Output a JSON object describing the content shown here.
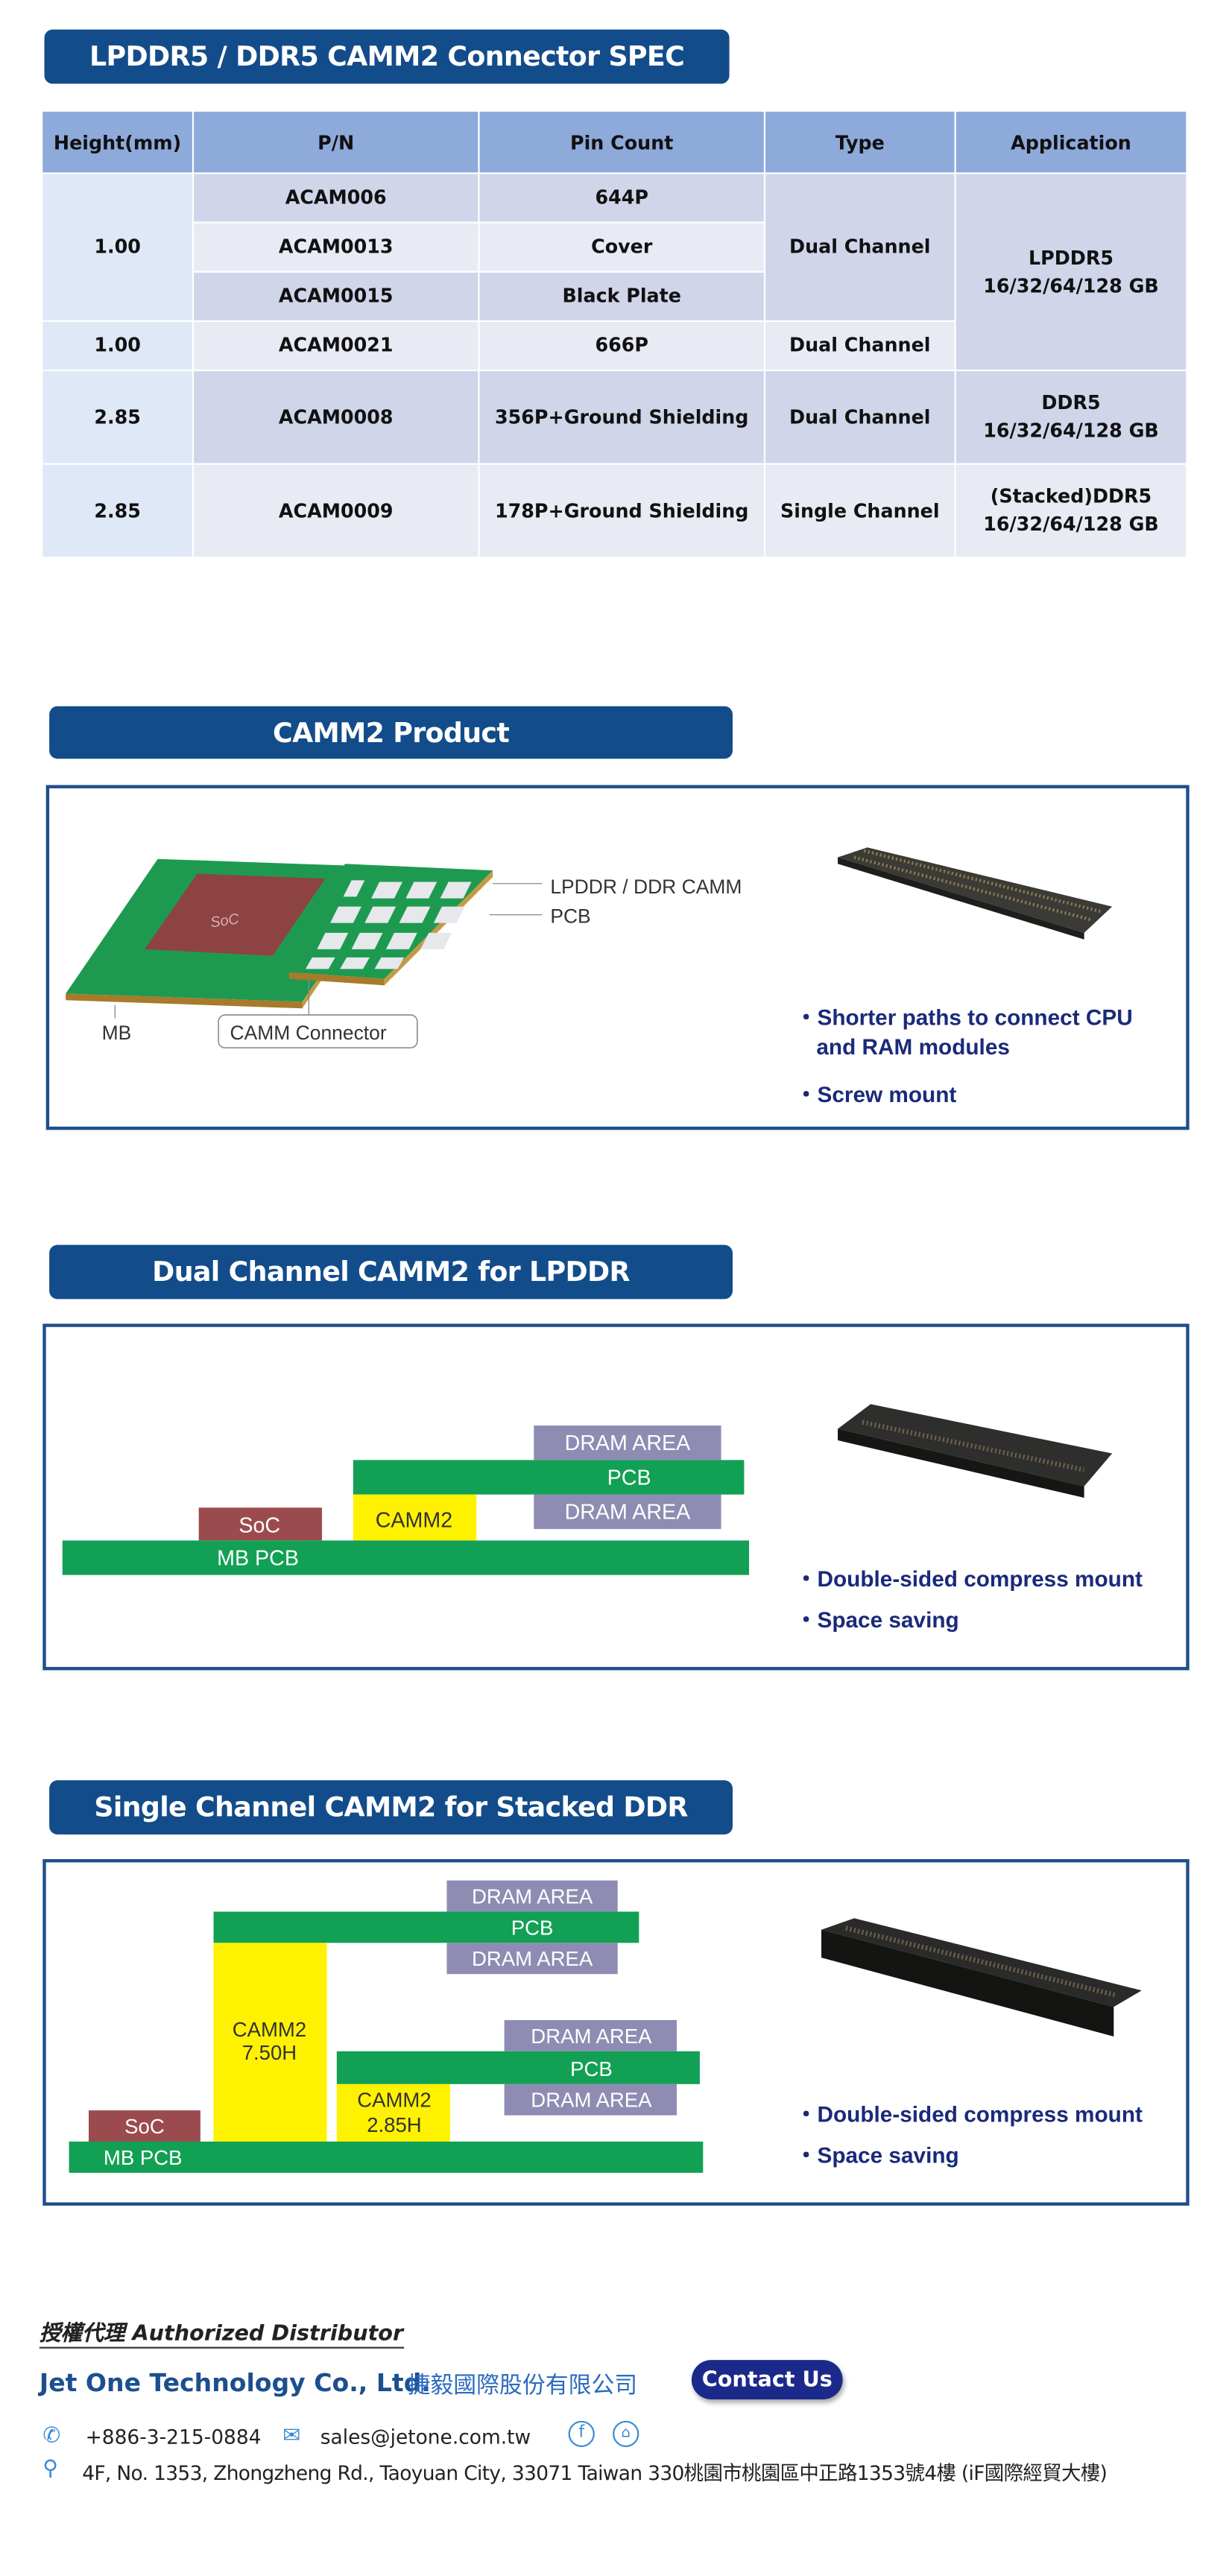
{
  "spec": {
    "title": "LPDDR5 / DDR5 CAMM2 Connector SPEC",
    "headers": [
      "Height(mm)",
      "P/N",
      "Pin Count",
      "Type",
      "Application"
    ],
    "rows": [
      {
        "height": "1.00",
        "pn": [
          "ACAM006",
          "ACAM0013",
          "ACAM0015"
        ],
        "pins": [
          "644P",
          "Cover",
          "Black Plate"
        ],
        "type": "Dual Channel",
        "app": [
          "LPDDR5",
          "16/32/64/128 GB"
        ]
      },
      {
        "height": "1.00",
        "pn": "ACAM0021",
        "pins": "666P",
        "type": "Dual Channel"
      },
      {
        "height": "2.85",
        "pn": "ACAM0008",
        "pins": "356P+Ground Shielding",
        "type": "Dual Channel",
        "app": [
          "DDR5",
          "16/32/64/128 GB"
        ]
      },
      {
        "height": "2.85",
        "pn": "ACAM0009",
        "pins": "178P+Ground Shielding",
        "type": "Single Channel",
        "app": [
          "(Stacked)DDR5",
          "16/32/64/128 GB"
        ]
      }
    ]
  },
  "product": {
    "title": "CAMM2 Product",
    "labels": {
      "camm": "LPDDR / DDR CAMM",
      "pcb": "PCB",
      "mb": "MB",
      "connector": "CAMM Connector",
      "soc": "SoC"
    },
    "bullets": [
      "Shorter paths to connect CPU",
      "and RAM modules",
      "Screw mount"
    ]
  },
  "dual": {
    "title": "Dual Channel CAMM2 for LPDDR",
    "labels": {
      "dram": "DRAM AREA",
      "pcb": "PCB",
      "camm2": "CAMM2",
      "soc": "SoC",
      "mbpcb": "MB PCB"
    },
    "bullets": [
      "Double-sided compress mount",
      "Space saving"
    ]
  },
  "single": {
    "title": "Single Channel CAMM2 for Stacked DDR",
    "labels": {
      "dram": "DRAM AREA",
      "pcb": "PCB",
      "camm2_750": "CAMM2",
      "h750": "7.50H",
      "camm2_285": "CAMM2",
      "h285": "2.85H",
      "soc": "SoC",
      "mbpcb": "MB PCB"
    },
    "bullets": [
      "Double-sided compress mount",
      "Space saving"
    ]
  },
  "footer": {
    "authorized": "授權代理 Authorized Distributor",
    "company_en": "Jet One Technology Co., Ltd.",
    "company_zh": "捷毅國際股份有限公司",
    "contact_button": "Contact Us",
    "phone": "+886-3-215-0884",
    "email": "sales@jetone.com.tw",
    "address": "4F, No. 1353, Zhongzheng Rd., Taoyuan City, 33071 Taiwan 330桃園市桃園區中正路1353號4樓 (iF國際經貿大樓)"
  },
  "colors": {
    "banner": "#134c8a",
    "green": "#12a055",
    "soc": "#9b4b4e",
    "yellow": "#fff200",
    "dram": "#8f8cb3"
  }
}
